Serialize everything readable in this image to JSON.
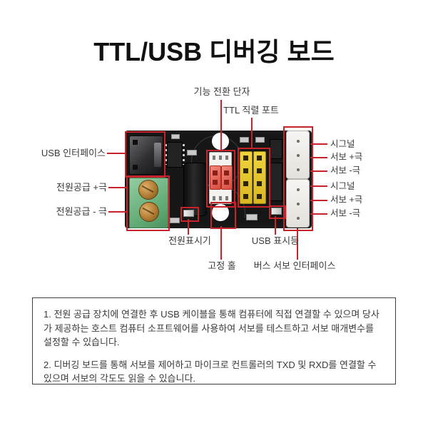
{
  "title": "TTL/USB 디버깅 보드",
  "colors": {
    "callout_red": "#c8232b",
    "pcb_black": "#161616",
    "terminal_green": "#5fa873",
    "header_yellow": "#e8c832",
    "jumper_red": "#d94a3d",
    "connector_white": "#f3f1ee"
  },
  "callouts": {
    "top": [
      {
        "label": "기능 전환 단자"
      },
      {
        "label": "TTL 직렬 포트"
      }
    ],
    "left": [
      {
        "label": "USB 인터페이스"
      },
      {
        "label": "전원공급 +극"
      },
      {
        "label": "전원공급 - 극"
      }
    ],
    "right": [
      {
        "label": "시그널"
      },
      {
        "label": "서보 +극"
      },
      {
        "label": "서보 -극"
      },
      {
        "label": "시그널"
      },
      {
        "label": "서보 +극"
      },
      {
        "label": "서보 -극"
      }
    ],
    "bottom": [
      {
        "label": "전원표시기"
      },
      {
        "label": "고정 홀"
      },
      {
        "label": "USB 표시등"
      },
      {
        "label": "버스 서보 인터페이스"
      }
    ]
  },
  "description": {
    "paragraphs": [
      "1. 전원 공급 장치에 연결한 후 USB 케이블을 통해 컴퓨터에 직접 연결할 수 있으며 당사가 제공하는 호스트 컴퓨터 소프트웨어를 사용하여 서보를 테스트하고 서보 매개변수를 설정할 수 있습니다.",
      "2. 디버깅 보드를 통해 서보를 제어하고 마이크로 컨트롤러의 TXD 및 RXD를 연결할 수 있으며 서보의 각도도 읽을 수 있습니다."
    ]
  }
}
